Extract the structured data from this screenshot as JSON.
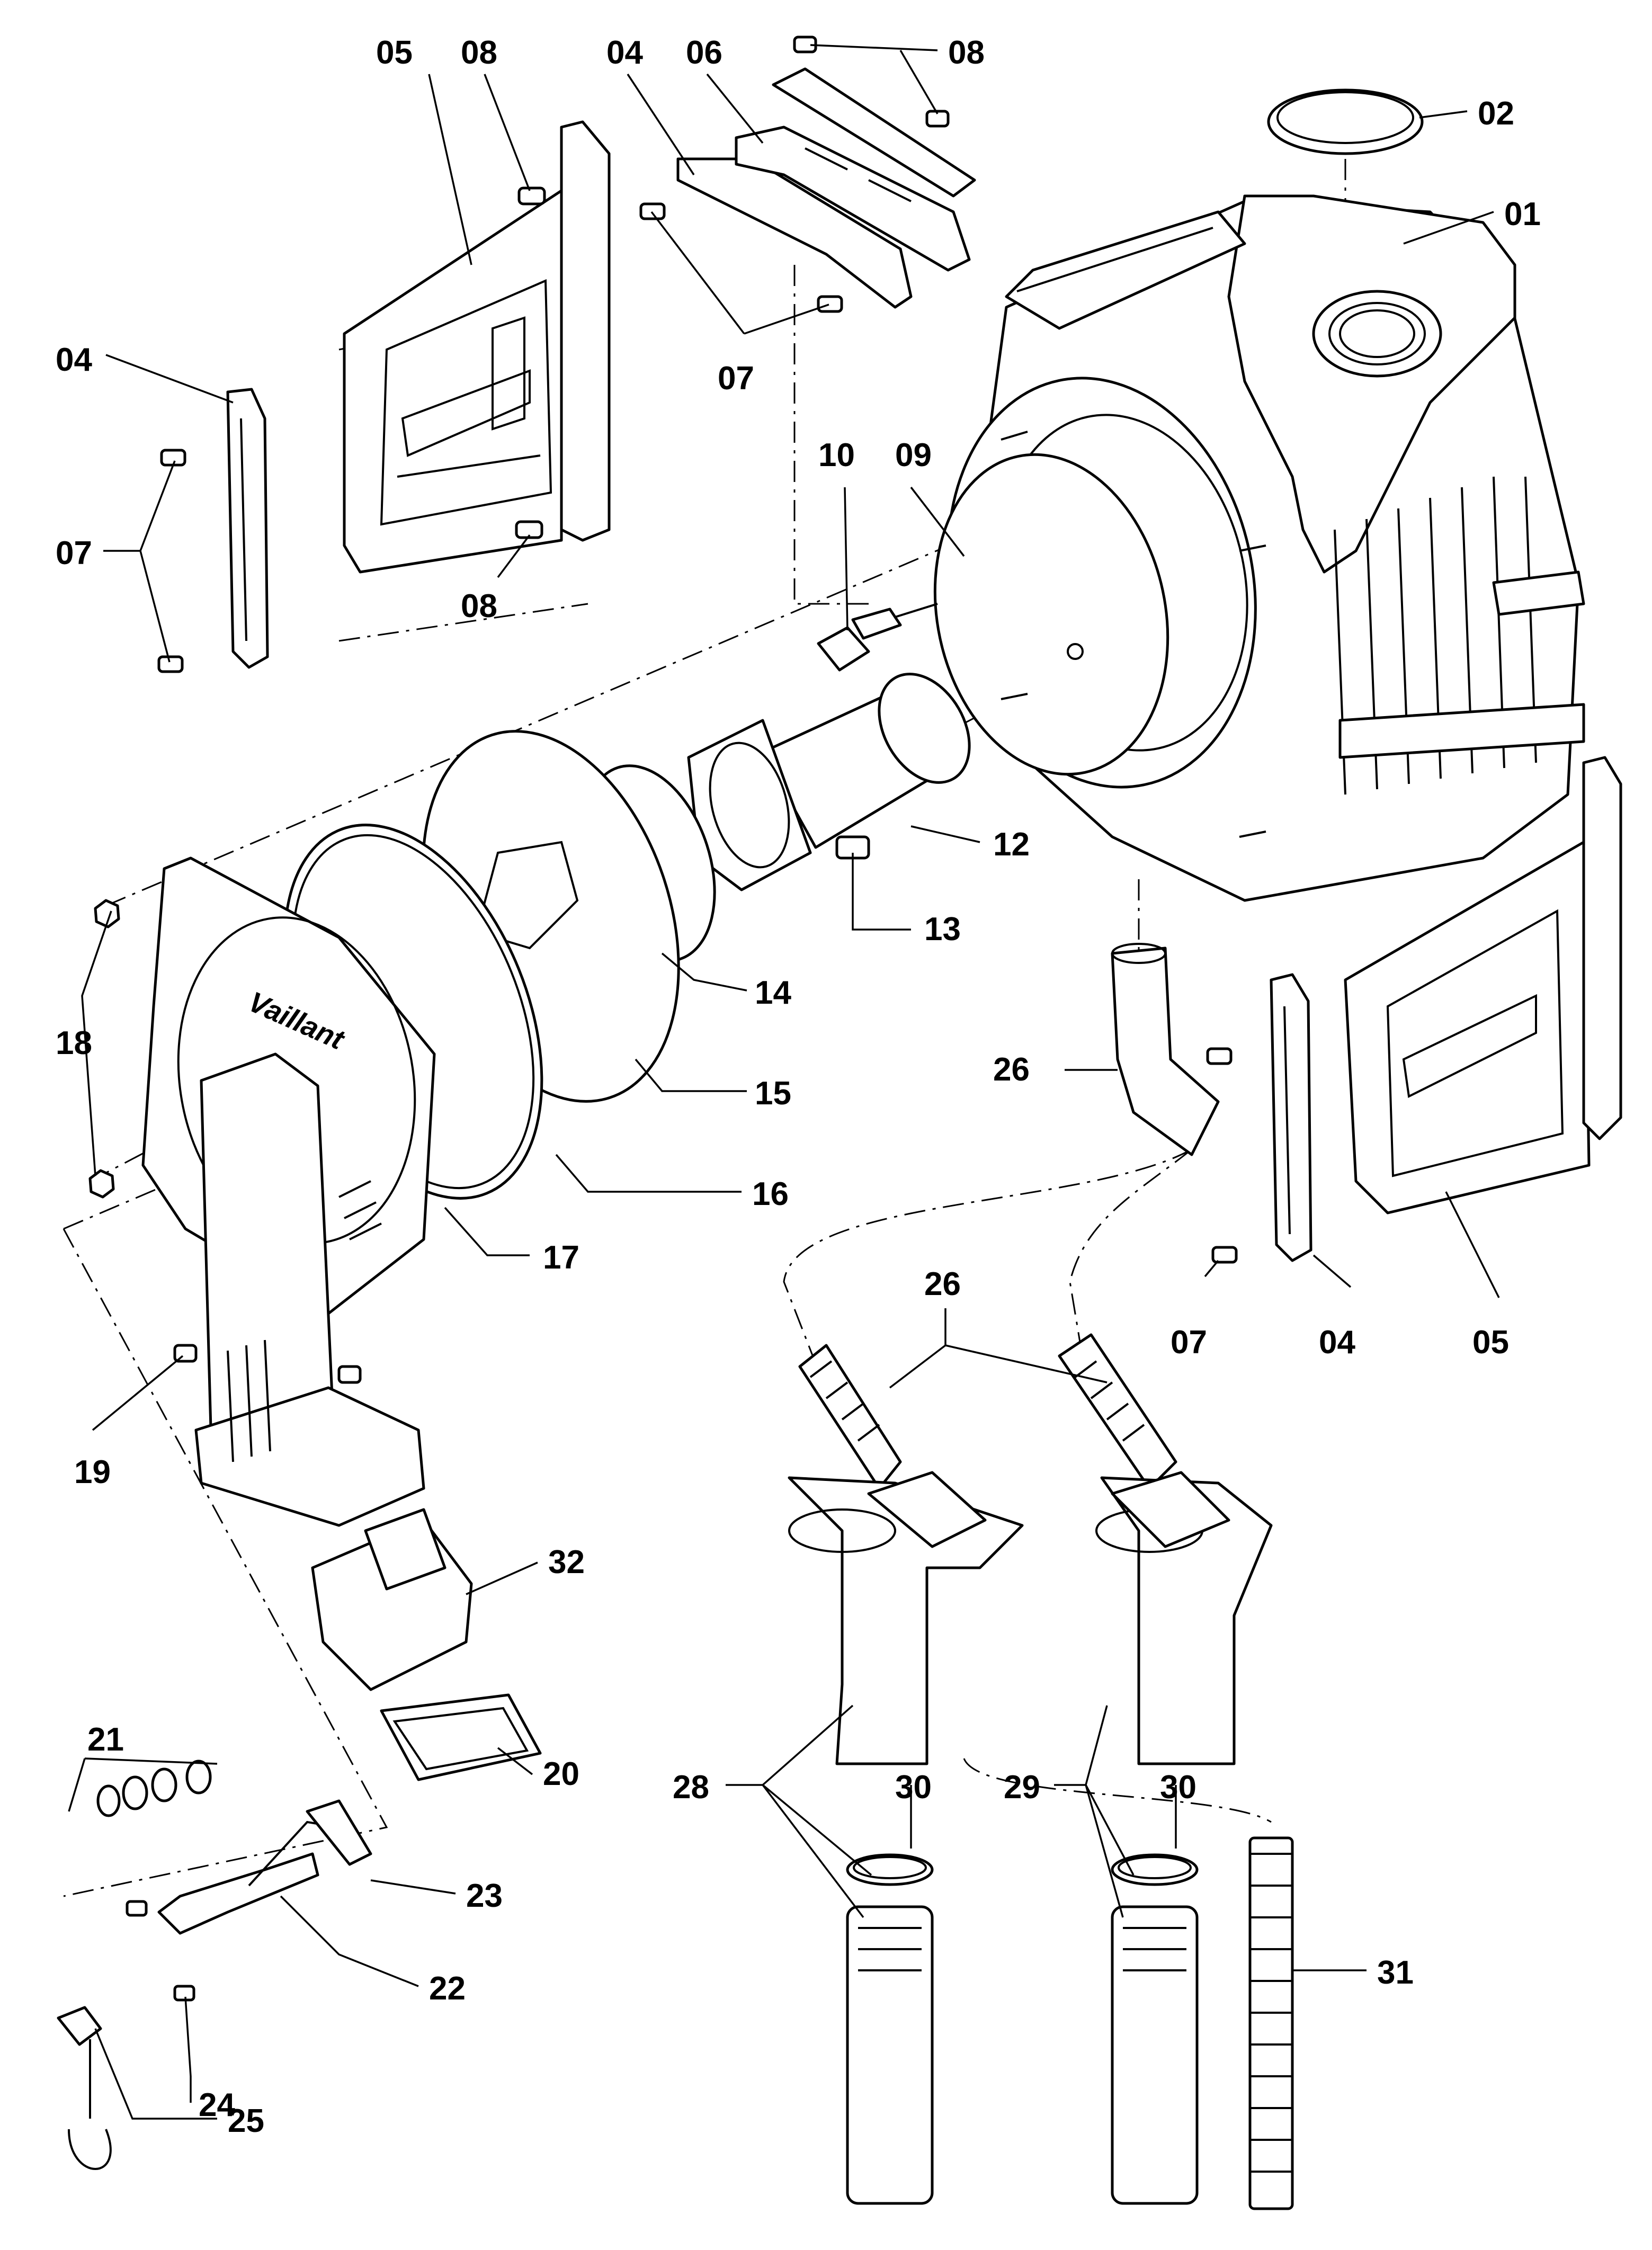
{
  "brand": "Vaillant",
  "callouts": [
    {
      "id": "c1",
      "label": "05"
    },
    {
      "id": "c2",
      "label": "08"
    },
    {
      "id": "c3",
      "label": "04"
    },
    {
      "id": "c4",
      "label": "06"
    },
    {
      "id": "c5",
      "label": "08"
    },
    {
      "id": "c6",
      "label": "02"
    },
    {
      "id": "c7",
      "label": "01"
    },
    {
      "id": "c8",
      "label": "04"
    },
    {
      "id": "c9",
      "label": "07"
    },
    {
      "id": "c10",
      "label": "07"
    },
    {
      "id": "c11",
      "label": "08"
    },
    {
      "id": "c12",
      "label": "10"
    },
    {
      "id": "c13",
      "label": "09"
    },
    {
      "id": "c14",
      "label": "12"
    },
    {
      "id": "c15",
      "label": "13"
    },
    {
      "id": "c16",
      "label": "14"
    },
    {
      "id": "c17",
      "label": "15"
    },
    {
      "id": "c18",
      "label": "16"
    },
    {
      "id": "c19",
      "label": "17"
    },
    {
      "id": "c20",
      "label": "18"
    },
    {
      "id": "c21",
      "label": "26"
    },
    {
      "id": "c22",
      "label": "07"
    },
    {
      "id": "c23",
      "label": "04"
    },
    {
      "id": "c24",
      "label": "05"
    },
    {
      "id": "c25",
      "label": "26"
    },
    {
      "id": "c26",
      "label": "19"
    },
    {
      "id": "c27",
      "label": "32"
    },
    {
      "id": "c28",
      "label": "21"
    },
    {
      "id": "c29",
      "label": "20"
    },
    {
      "id": "c30",
      "label": "28"
    },
    {
      "id": "c31",
      "label": "30"
    },
    {
      "id": "c32",
      "label": "29"
    },
    {
      "id": "c33",
      "label": "30"
    },
    {
      "id": "c34",
      "label": "23"
    },
    {
      "id": "c35",
      "label": "22"
    },
    {
      "id": "c36",
      "label": "31"
    },
    {
      "id": "c37",
      "label": "24"
    },
    {
      "id": "c38",
      "label": "25"
    }
  ]
}
